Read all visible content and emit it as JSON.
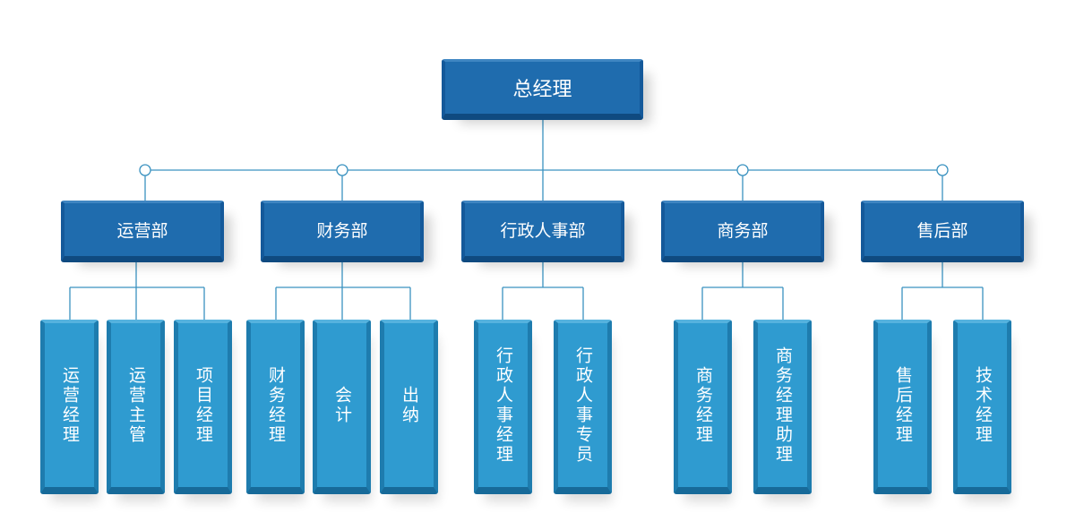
{
  "chart_title": "",
  "colors": {
    "top_fill": "#1f6cae",
    "leaf_fill": "#2f9bd0",
    "connector": "#3a92c0"
  },
  "root": {
    "label": "总经理"
  },
  "departments": [
    {
      "label": "运营部",
      "children": [
        "运营经理",
        "运营主管",
        "项目经理"
      ]
    },
    {
      "label": "财务部",
      "children": [
        "财务经理",
        "会计",
        "出纳"
      ]
    },
    {
      "label": "行政人事部",
      "children": [
        "行政人事经理",
        "行政人事专员"
      ]
    },
    {
      "label": "商务部",
      "children": [
        "商务经理",
        "商务经理助理"
      ]
    },
    {
      "label": "售后部",
      "children": [
        "售后经理",
        "技术经理"
      ]
    }
  ]
}
